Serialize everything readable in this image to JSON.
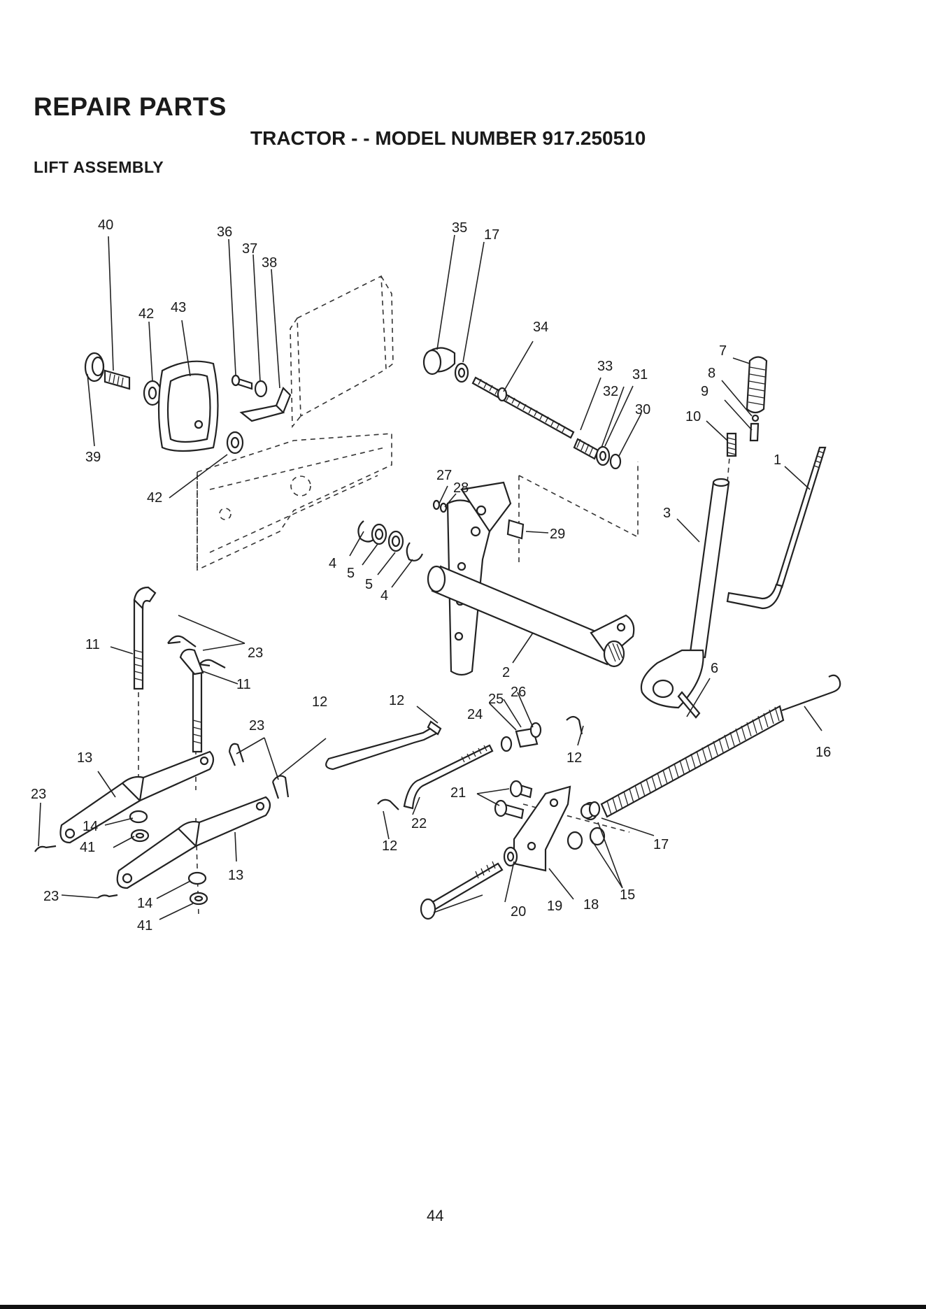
{
  "header": {
    "title": "REPAIR PARTS",
    "model": "TRACTOR - - MODEL NUMBER 917.250510",
    "section": "LIFT ASSEMBLY"
  },
  "page_number": "44",
  "callouts": {
    "c40": "40",
    "c42a": "42",
    "c43": "43",
    "c36": "36",
    "c37": "37",
    "c38": "38",
    "c39": "39",
    "c42b": "42",
    "c35": "35",
    "c17a": "17",
    "c34": "34",
    "c33": "33",
    "c31": "31",
    "c32": "32",
    "c30": "30",
    "c7": "7",
    "c8": "8",
    "c9": "9",
    "c10": "10",
    "c1": "1",
    "c3": "3",
    "c27": "27",
    "c28": "28",
    "c29": "29",
    "c4a": "4",
    "c5a": "5",
    "c5b": "5",
    "c4b": "4",
    "c2": "2",
    "c11a": "11",
    "c23a": "23",
    "c11b": "11",
    "c23b": "23",
    "c12a": "12",
    "c12b": "12",
    "c25": "25",
    "c26": "26",
    "c24": "24",
    "c12c": "12",
    "c6": "6",
    "c16": "16",
    "c13a": "13",
    "c23c": "23",
    "c14a": "14",
    "c41a": "41",
    "c13b": "13",
    "c23d": "23",
    "c14b": "14",
    "c41b": "41",
    "c21": "21",
    "c22": "22",
    "c12d": "12",
    "c17b": "17",
    "c15": "15",
    "c20": "20",
    "c19": "19",
    "c18": "18"
  }
}
